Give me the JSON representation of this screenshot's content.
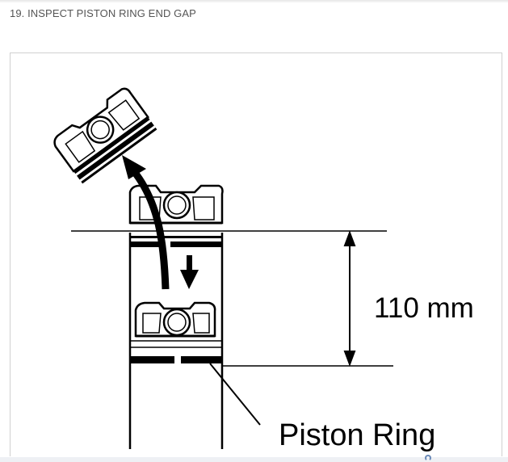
{
  "header": {
    "title": "19. INSPECT PISTON RING END GAP"
  },
  "figure": {
    "dimension_label": "110 mm",
    "part_label": "Piston Ring",
    "colors": {
      "ink": "#000000",
      "title_text": "#555555",
      "frame_border": "#d0d0d0"
    }
  }
}
